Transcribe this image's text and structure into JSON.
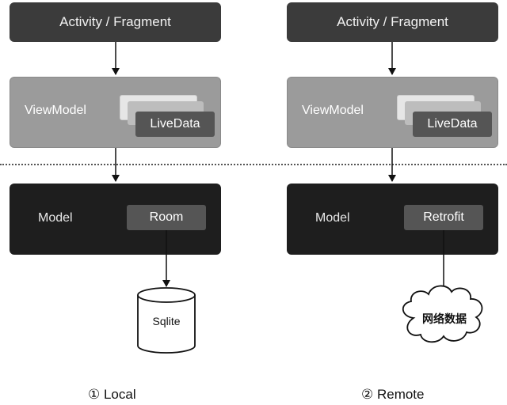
{
  "diagram": {
    "left": {
      "top_box": "Activity / Fragment",
      "viewmodel_label": "ViewModel",
      "livedata_label": "LiveData",
      "model_label": "Model",
      "impl_label": "Room",
      "storage_label": "Sqlite",
      "caption": "① Local"
    },
    "right": {
      "top_box": "Activity / Fragment",
      "viewmodel_label": "ViewModel",
      "livedata_label": "LiveData",
      "model_label": "Model",
      "impl_label": "Retrofit",
      "storage_label": "网络数据",
      "caption": "② Remote"
    }
  },
  "icons": {
    "database": "database-cylinder-icon",
    "cloud": "cloud-icon",
    "arrow": "arrow-down-icon"
  },
  "colors": {
    "activity_box": "#3b3b3b",
    "viewmodel_box": "#9b9b9b",
    "model_box": "#1e1e1e",
    "inner_box": "#555555"
  }
}
